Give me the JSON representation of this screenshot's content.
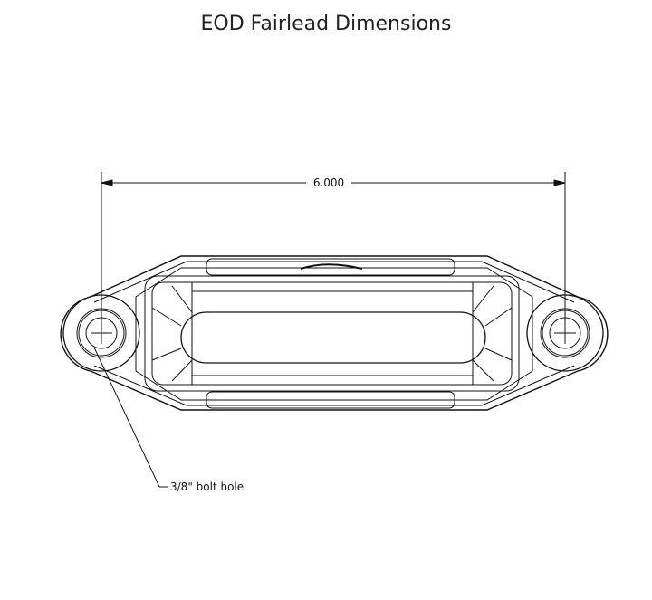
{
  "title": "EOD Fairlead Dimensions",
  "dimension": {
    "label": "6.000"
  },
  "callout": {
    "label": "3/8\" bolt hole"
  },
  "colors": {
    "line": "#111111",
    "background": "#ffffff"
  }
}
